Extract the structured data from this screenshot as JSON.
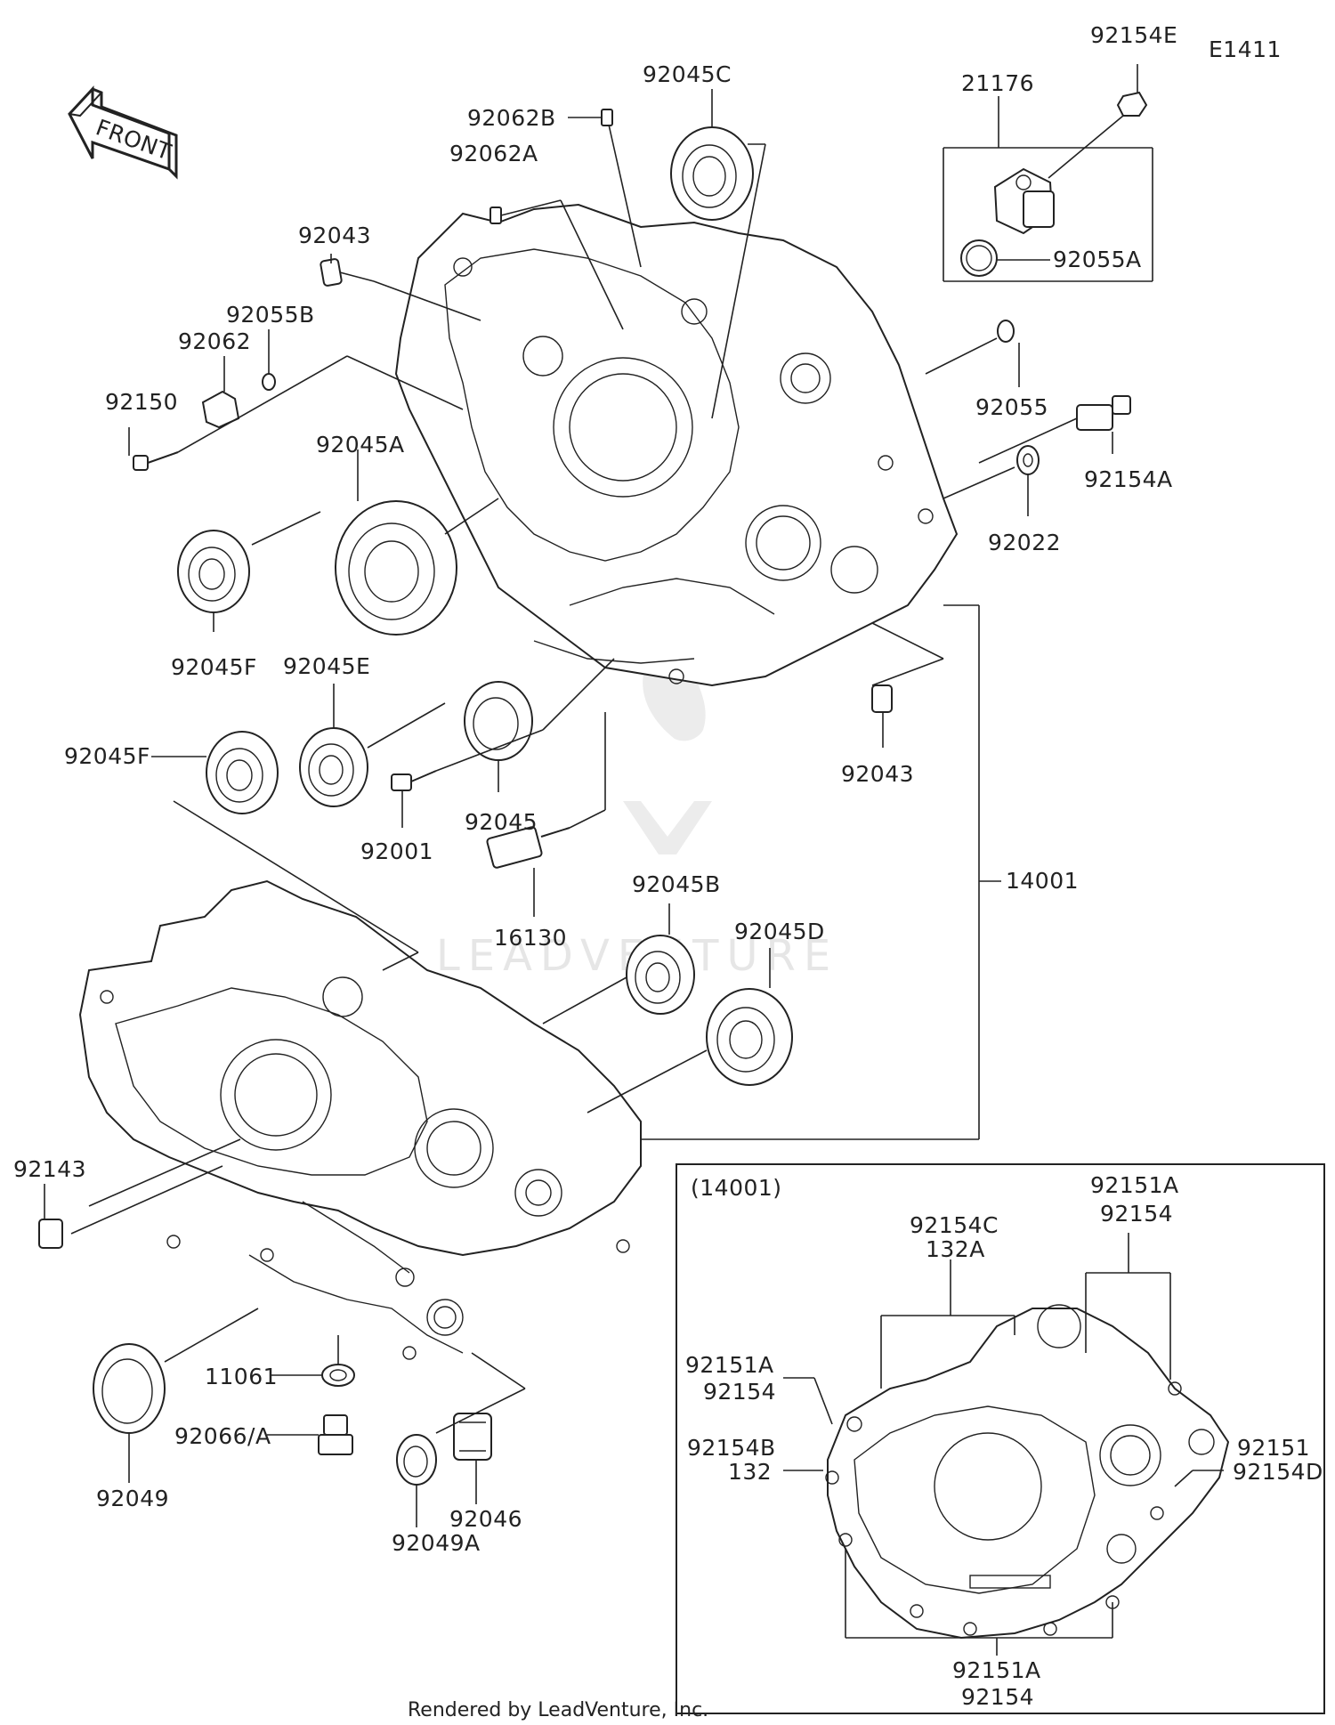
{
  "diagram_code": "E1411",
  "direction_arrow_text": "FRONT",
  "watermark": "LEADVENTURE",
  "footer": "Rendered by LeadVenture, Inc.",
  "inset_title": "(14001)",
  "parts": {
    "p92154E": "92154E",
    "p21176": "21176",
    "p92045C": "92045C",
    "p92062B": "92062B",
    "p92062A": "92062A",
    "p92043_top": "92043",
    "p92055B": "92055B",
    "p92062": "92062",
    "p92150": "92150",
    "p92045A": "92045A",
    "p92055A": "92055A",
    "p92055": "92055",
    "p92154A": "92154A",
    "p92022": "92022",
    "p92045F_a": "92045F",
    "p92045E": "92045E",
    "p92045F_b": "92045F",
    "p92043_mid": "92043",
    "p92045": "92045",
    "p92001": "92001",
    "p14001": "14001",
    "p16130": "16130",
    "p92045B": "92045B",
    "p92045D": "92045D",
    "p92143": "92143",
    "p11061": "11061",
    "p92066A": "92066/A",
    "p92049": "92049",
    "p92049A": "92049A",
    "p92046": "92046"
  },
  "inset_labels": {
    "top_right_1": "92151A",
    "top_right_2": "92154",
    "top_mid_1": "92154C",
    "top_mid_2": "132A",
    "left_1a": "92151A",
    "left_1b": "92154",
    "left_2a": "92154B",
    "left_2b": "132",
    "right_1": "92151",
    "right_2": "92154D",
    "bottom_1": "92151A",
    "bottom_2": "92154"
  }
}
